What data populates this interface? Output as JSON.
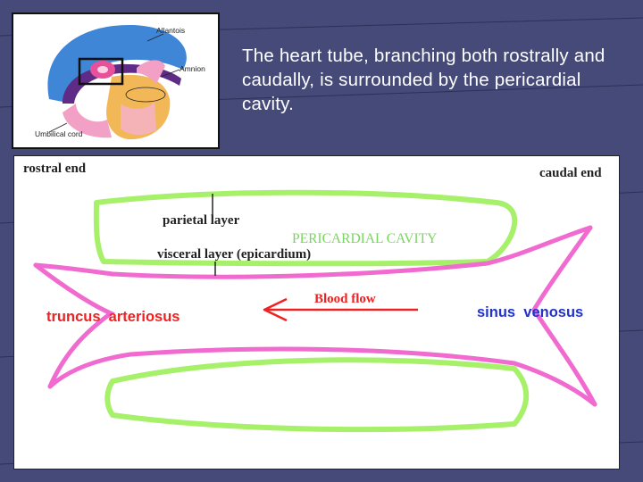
{
  "caption": "The heart tube, branching both rostrally and caudally, is surrounded by the pericardial cavity.",
  "thumbnail": {
    "labels": {
      "allantois": "Allantois",
      "amnion": "Amnion",
      "umbilical_cord": "Umbilical cord"
    }
  },
  "diagram": {
    "rostral_end": "rostral end",
    "caudal_end": "caudal end",
    "parietal_layer": "parietal layer",
    "pericardial_cavity": "PERICARDIAL CAVITY",
    "visceral_layer": "visceral layer (epicardium)",
    "blood_flow": "Blood flow",
    "truncus_arteriosus": "truncus  arteriosus",
    "sinus_venosus": "sinus  venosus"
  },
  "colors": {
    "background": "#454a78",
    "parietal_green": "#a6f06a",
    "visceral_pink": "#f06ad0",
    "arterial_red": "#ee2222",
    "venous_blue": "#2233cc"
  }
}
